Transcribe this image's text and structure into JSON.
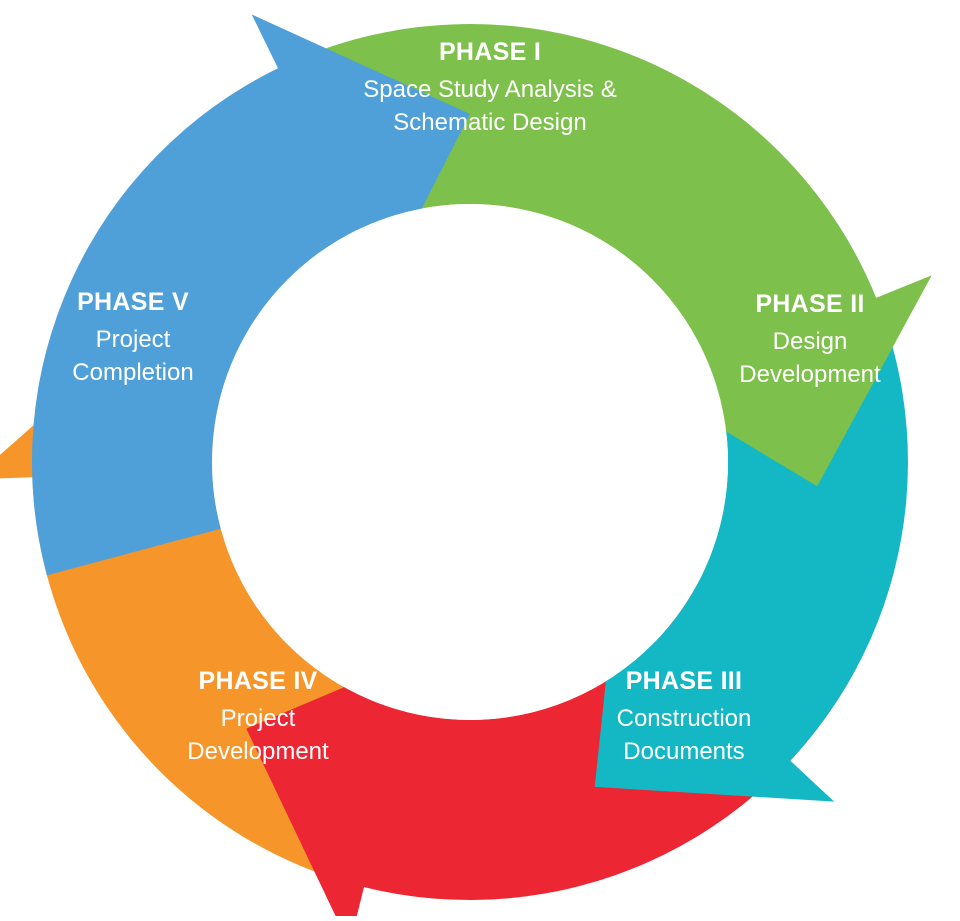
{
  "diagram": {
    "phases": [
      {
        "title": "PHASE I",
        "description": "Space Study Analysis &\nSchematic Design",
        "color": "#7dc04b"
      },
      {
        "title": "PHASE II",
        "description": "Design\nDevelopment",
        "color": "#14b7c4"
      },
      {
        "title": "PHASE III",
        "description": "Construction\nDocuments",
        "color": "#ed2633"
      },
      {
        "title": "PHASE IV",
        "description": "Project\nDevelopment",
        "color": "#f6962a"
      },
      {
        "title": "PHASE V",
        "description": "Project\nCompletion",
        "color": "#4f9fd8"
      }
    ]
  }
}
